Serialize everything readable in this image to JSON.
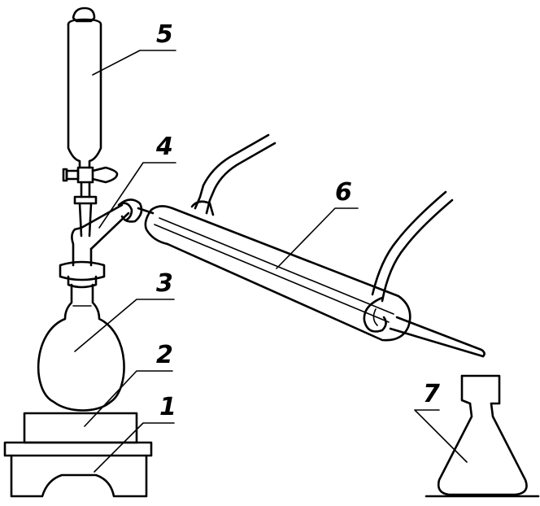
{
  "labels": {
    "heater": "1",
    "heater_plate": "2",
    "flask": "3",
    "adapter": "4",
    "funnel": "5",
    "condenser": "6",
    "receiver": "7"
  },
  "colors": {
    "ink": "#000000",
    "paper": "#ffffff"
  }
}
